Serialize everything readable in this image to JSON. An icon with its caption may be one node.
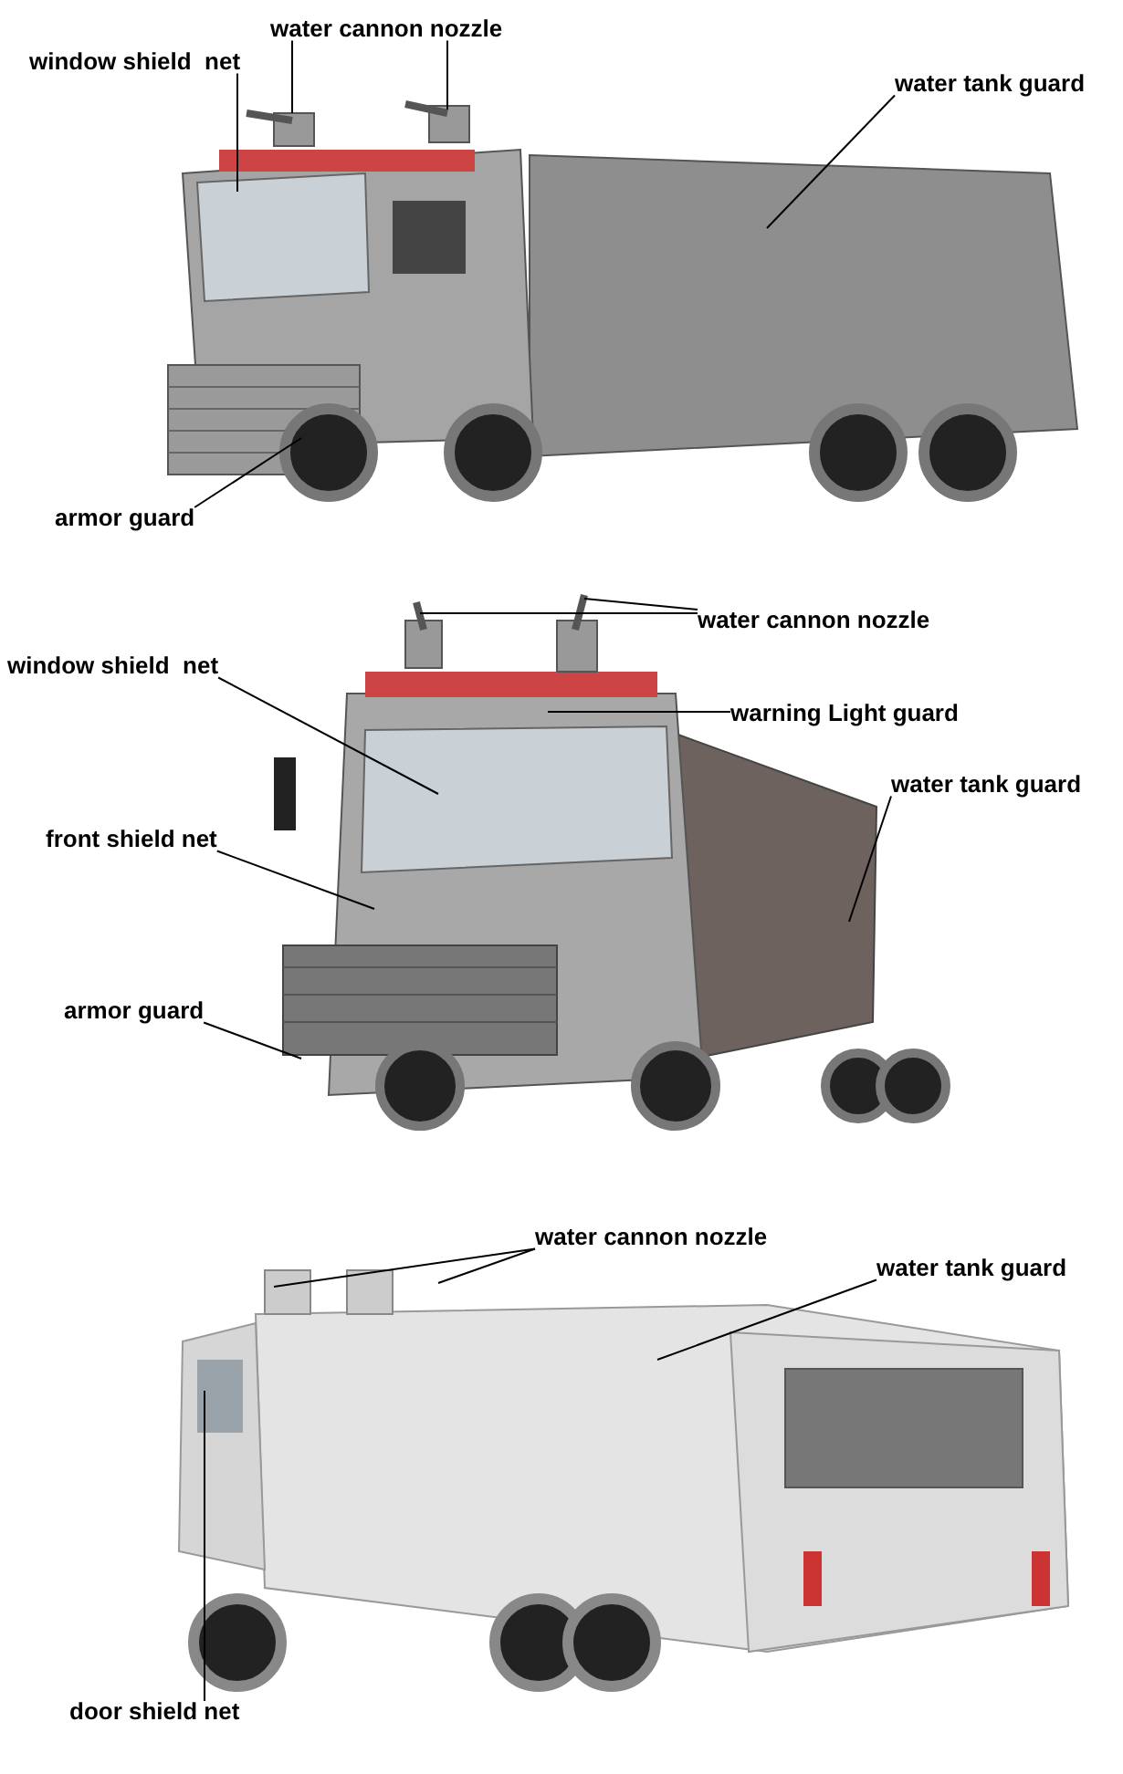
{
  "diagram": {
    "nodes": [
      {
        "text": [
          "water cannon nozzle"
        ]
      },
      {
        "text": [
          "window shield  net"
        ]
      },
      {
        "text": [
          "water tank guard"
        ]
      },
      {
        "text": [
          "armor guard"
        ]
      },
      {
        "text": [
          "water cannon nozzle"
        ]
      },
      {
        "text": [
          "window shield  net"
        ]
      },
      {
        "text": [
          "warning Light guard"
        ]
      },
      {
        "text": [
          "water tank guard"
        ]
      },
      {
        "text": [
          "front shield net"
        ]
      },
      {
        "text": [
          "armor guard"
        ]
      },
      {
        "text": [
          "water cannon nozzle"
        ]
      },
      {
        "text": [
          "water tank guard"
        ]
      },
      {
        "text": [
          "door shield net"
        ]
      }
    ],
    "edges": [
      {
        "from": 0,
        "to": null,
        "arrow": "none"
      },
      {
        "from": 0,
        "to": null,
        "arrow": "none"
      },
      {
        "from": 1,
        "to": null,
        "arrow": "none"
      },
      {
        "from": 2,
        "to": null,
        "arrow": "none"
      },
      {
        "from": 3,
        "to": null,
        "arrow": "none"
      },
      {
        "from": 4,
        "to": null,
        "arrow": "none"
      },
      {
        "from": 4,
        "to": null,
        "arrow": "none"
      },
      {
        "from": 5,
        "to": null,
        "arrow": "none"
      },
      {
        "from": 6,
        "to": null,
        "arrow": "none"
      },
      {
        "from": 7,
        "to": null,
        "arrow": "none"
      },
      {
        "from": 8,
        "to": null,
        "arrow": "none"
      },
      {
        "from": 9,
        "to": null,
        "arrow": "none"
      },
      {
        "from": 10,
        "to": null,
        "arrow": "none"
      },
      {
        "from": 10,
        "to": null,
        "arrow": "none"
      },
      {
        "from": 11,
        "to": null,
        "arrow": "none"
      },
      {
        "from": 12,
        "to": null,
        "arrow": "none"
      }
    ]
  }
}
